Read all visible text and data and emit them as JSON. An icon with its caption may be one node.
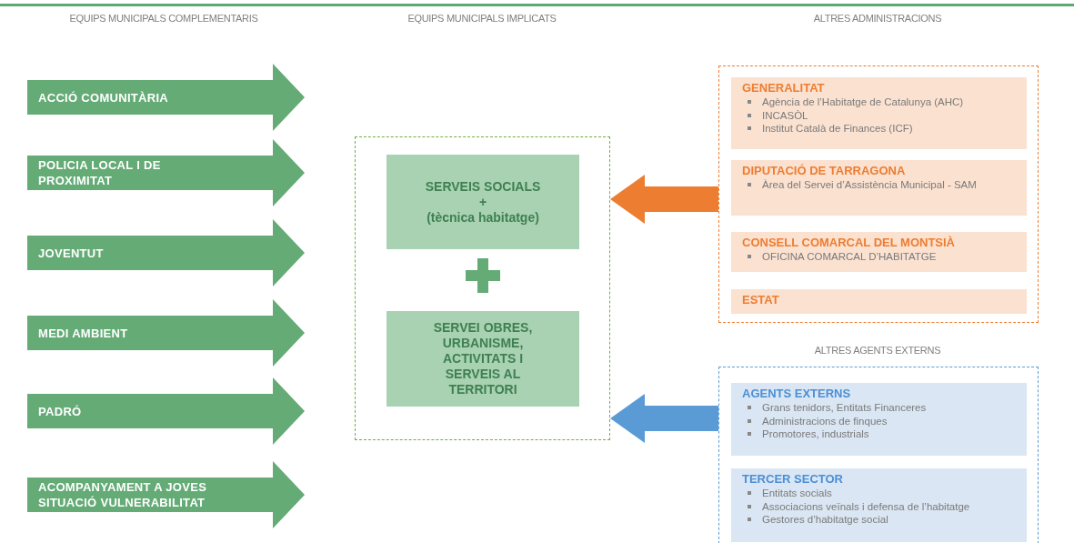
{
  "diagram": {
    "nodes": [
      {
        "text": [
          "ACCIÓ COMUNITÀRIA"
        ]
      },
      {
        "text": [
          "POLICIA LOCAL I DE PROXIMITAT"
        ]
      },
      {
        "text": [
          "JOVENTUT"
        ]
      },
      {
        "text": [
          "MEDI AMBIENT"
        ]
      },
      {
        "text": [
          "PADRÓ"
        ]
      },
      {
        "text": [
          "ACOMPANYAMENT A JOVES SITUACIÓ VULNERABILITAT"
        ]
      },
      {
        "text": [],
        "shape": "box"
      },
      {
        "text": [
          "SERVEIS SOCIALS",
          "+",
          "(tècnica habitatge)"
        ],
        "in": 6
      },
      {
        "text": [
          "SERVEI OBRES, URBANISME, ACTIVITATS I SERVEIS AL TERRITORI"
        ],
        "in": 6
      },
      {
        "text": [],
        "shape": "box"
      },
      {
        "text": [
          "GENERALITAT",
          "Agència de l’Habitatge de Catalunya (AHC)",
          "INCASÒL",
          "Institut Català de Finances (ICF)"
        ],
        "in": 9
      },
      {
        "text": [
          "DIPUTACIÓ DE TARRAGONA",
          "Àrea del Servei d’Assistència Municipal - SAM"
        ],
        "in": 9
      },
      {
        "text": [
          "CONSELL COMARCAL DEL MONTSIÀ",
          "OFICINA COMARCAL D’HABITATGE"
        ],
        "in": 9
      },
      {
        "text": [
          "ESTAT"
        ],
        "in": 9
      },
      {
        "text": [],
        "shape": "box"
      },
      {
        "text": [
          "AGENTS EXTERNS",
          "Grans tenidors, Entitats Financeres",
          "Administracions de finques",
          "Promotores, industrials"
        ],
        "in": 14
      },
      {
        "text": [
          "TERCER SECTOR",
          "Entitats socials",
          "Associacions veïnals i defensa de l’habitatge",
          "Gestores d’habitatge social"
        ],
        "in": 14
      }
    ],
    "edges": [
      {
        "from": 9,
        "to": 6,
        "arrow": "to",
        "style": "thick",
        "color": "#ed7d31"
      },
      {
        "from": 14,
        "to": 6,
        "arrow": "to",
        "style": "thick",
        "color": "#5b9bd5"
      }
    ],
    "labels": [
      "EQUIPS MUNICIPALS COMPLEMENTARIS",
      "EQUIPS MUNICIPALS IMPLICATS",
      "ALTRES ADMINISTRACIONS",
      "ALTRES AGENTS EXTERNS"
    ]
  }
}
